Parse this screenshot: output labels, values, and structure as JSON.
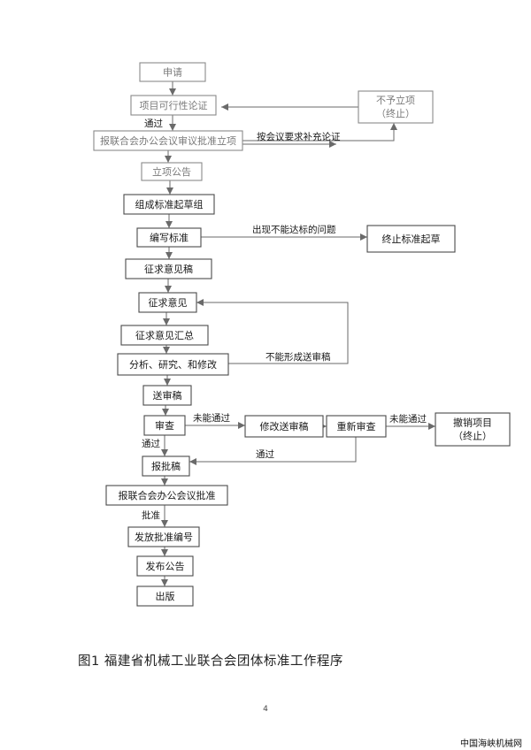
{
  "diagram": {
    "nodes": [
      {
        "id": "apply",
        "label": "申请"
      },
      {
        "id": "feasibility",
        "label": "项目可行性论证"
      },
      {
        "id": "submit_meeting",
        "label": "报联合会办公会议审议批准立项"
      },
      {
        "id": "rejected",
        "label": "不予立项",
        "sublabel": "（终止）"
      },
      {
        "id": "announce_project",
        "label": "立项公告"
      },
      {
        "id": "form_group",
        "label": "组成标准起草组"
      },
      {
        "id": "draft_standard",
        "label": "编写标准"
      },
      {
        "id": "stop_draft",
        "label": "终止标准起草"
      },
      {
        "id": "consult_draft",
        "label": "征求意见稿"
      },
      {
        "id": "seek_comments",
        "label": "征求意见"
      },
      {
        "id": "summarize",
        "label": "征求意见汇总"
      },
      {
        "id": "analyze",
        "label": "分析、研究、和修改"
      },
      {
        "id": "review_draft",
        "label": "送审稿"
      },
      {
        "id": "review",
        "label": "审查"
      },
      {
        "id": "revise_review_draft",
        "label": "修改送审稿"
      },
      {
        "id": "re_review",
        "label": "重新审查"
      },
      {
        "id": "cancel_project",
        "label": "撤销项目",
        "sublabel": "（终止）"
      },
      {
        "id": "approval_draft",
        "label": "报批稿"
      },
      {
        "id": "submit_approval",
        "label": "报联合会办公会议批准"
      },
      {
        "id": "issue_number",
        "label": "发放批准编号"
      },
      {
        "id": "publish_announcement",
        "label": "发布公告"
      },
      {
        "id": "publish",
        "label": "出版"
      }
    ],
    "edges": [
      {
        "from": "apply",
        "to": "feasibility"
      },
      {
        "from": "feasibility",
        "to": "submit_meeting",
        "label": "通过"
      },
      {
        "from": "submit_meeting",
        "to": "rejected"
      },
      {
        "from": "rejected",
        "to": "feasibility"
      },
      {
        "from": "submit_meeting",
        "to": "feasibility",
        "label": "按会议要求补充论证"
      },
      {
        "from": "submit_meeting",
        "to": "announce_project"
      },
      {
        "from": "announce_project",
        "to": "form_group"
      },
      {
        "from": "form_group",
        "to": "draft_standard"
      },
      {
        "from": "draft_standard",
        "to": "stop_draft",
        "label": "出现不能达标的问题"
      },
      {
        "from": "draft_standard",
        "to": "consult_draft"
      },
      {
        "from": "consult_draft",
        "to": "seek_comments"
      },
      {
        "from": "seek_comments",
        "to": "summarize"
      },
      {
        "from": "summarize",
        "to": "analyze"
      },
      {
        "from": "analyze",
        "to": "seek_comments",
        "label": "不能形成送审稿"
      },
      {
        "from": "analyze",
        "to": "review_draft"
      },
      {
        "from": "review_draft",
        "to": "review"
      },
      {
        "from": "review",
        "to": "revise_review_draft",
        "label": "未能通过"
      },
      {
        "from": "revise_review_draft",
        "to": "re_review"
      },
      {
        "from": "re_review",
        "to": "cancel_project",
        "label": "未能通过"
      },
      {
        "from": "review",
        "to": "approval_draft",
        "label": "通过"
      },
      {
        "from": "re_review",
        "to": "approval_draft",
        "label": "通过"
      },
      {
        "from": "approval_draft",
        "to": "submit_approval"
      },
      {
        "from": "submit_approval",
        "to": "issue_number",
        "label": "批准"
      },
      {
        "from": "issue_number",
        "to": "publish_announcement"
      },
      {
        "from": "publish_announcement",
        "to": "publish"
      }
    ]
  },
  "caption": "图1 福建省机械工业联合会团体标准工作程序",
  "page_number": "4",
  "watermark": "中国海峡机械网",
  "colors": {
    "line": "#6a6a6a",
    "box": "#4a4a4a",
    "faint": "#8a8a8a",
    "text": "#1a1a1a"
  }
}
